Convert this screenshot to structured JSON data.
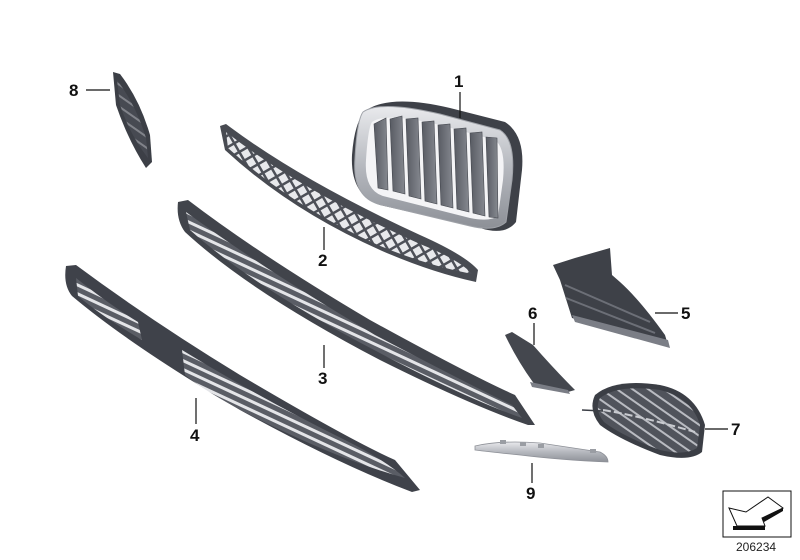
{
  "diagram": {
    "type": "exploded-parts-diagram",
    "subject": "front grilles and trim parts",
    "diagram_number": "206234",
    "colors": {
      "background": "#ffffff",
      "part_dark": "#4a4d55",
      "part_mid": "#6b6e76",
      "chrome": "#c9cbd0",
      "label": "#111111"
    }
  },
  "callouts": [
    {
      "number": "1",
      "part": "kidney-grille"
    },
    {
      "number": "2",
      "part": "upper-mesh-grille-strip"
    },
    {
      "number": "3",
      "part": "center-mesh-grille"
    },
    {
      "number": "4",
      "part": "lower-mesh-grille"
    },
    {
      "number": "5",
      "part": "side-air-duct-bracket"
    },
    {
      "number": "6",
      "part": "small-cover-panel"
    },
    {
      "number": "7",
      "part": "fog-lamp-grille"
    },
    {
      "number": "8",
      "part": "small-side-mesh-insert"
    },
    {
      "number": "9",
      "part": "chrome-trim-strip"
    }
  ]
}
